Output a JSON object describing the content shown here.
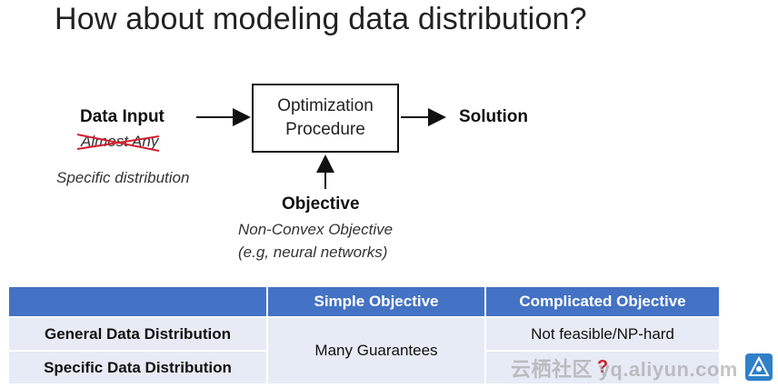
{
  "slide": {
    "title": "How about modeling data distribution?"
  },
  "diagram": {
    "input_label": "Data Input",
    "input_struck": "Almost Any",
    "input_alt": "Specific distribution",
    "box_line1": "Optimization",
    "box_line2": "Procedure",
    "output_label": "Solution",
    "objective_label": "Objective",
    "objective_sub1": "Non-Convex Objective",
    "objective_sub2": "(e.g, neural networks)"
  },
  "table": {
    "headers": [
      "",
      "Simple Objective",
      "Complicated Objective"
    ],
    "rows": [
      {
        "label": "General Data Distribution",
        "simple": "Many Guarantees",
        "complicated": "Not feasible/NP-hard"
      },
      {
        "label": "Specific Data Distribution",
        "complicated": "?"
      }
    ]
  },
  "watermark": {
    "text": "云栖社区 yq.aliyun.com"
  },
  "colors": {
    "header_bg": "#4472c4",
    "cell_bg": "#e6ebf5",
    "strike": "#d0202e",
    "question": "#d0202e"
  }
}
